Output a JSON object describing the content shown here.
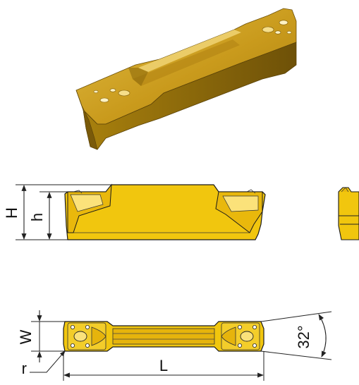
{
  "labels": {
    "height_total": "H",
    "height_inner": "h",
    "width": "W",
    "corner_radius": "r",
    "length": "L",
    "angle": "32°"
  },
  "colors": {
    "insert_gold": "#F1C60E",
    "insert_dark_gold": "#B88D0C",
    "insert_shadow": "#8A6A10",
    "insert_highlight": "#FBE27A",
    "outline": "#1a1a1a",
    "dimension_line": "#222222"
  }
}
